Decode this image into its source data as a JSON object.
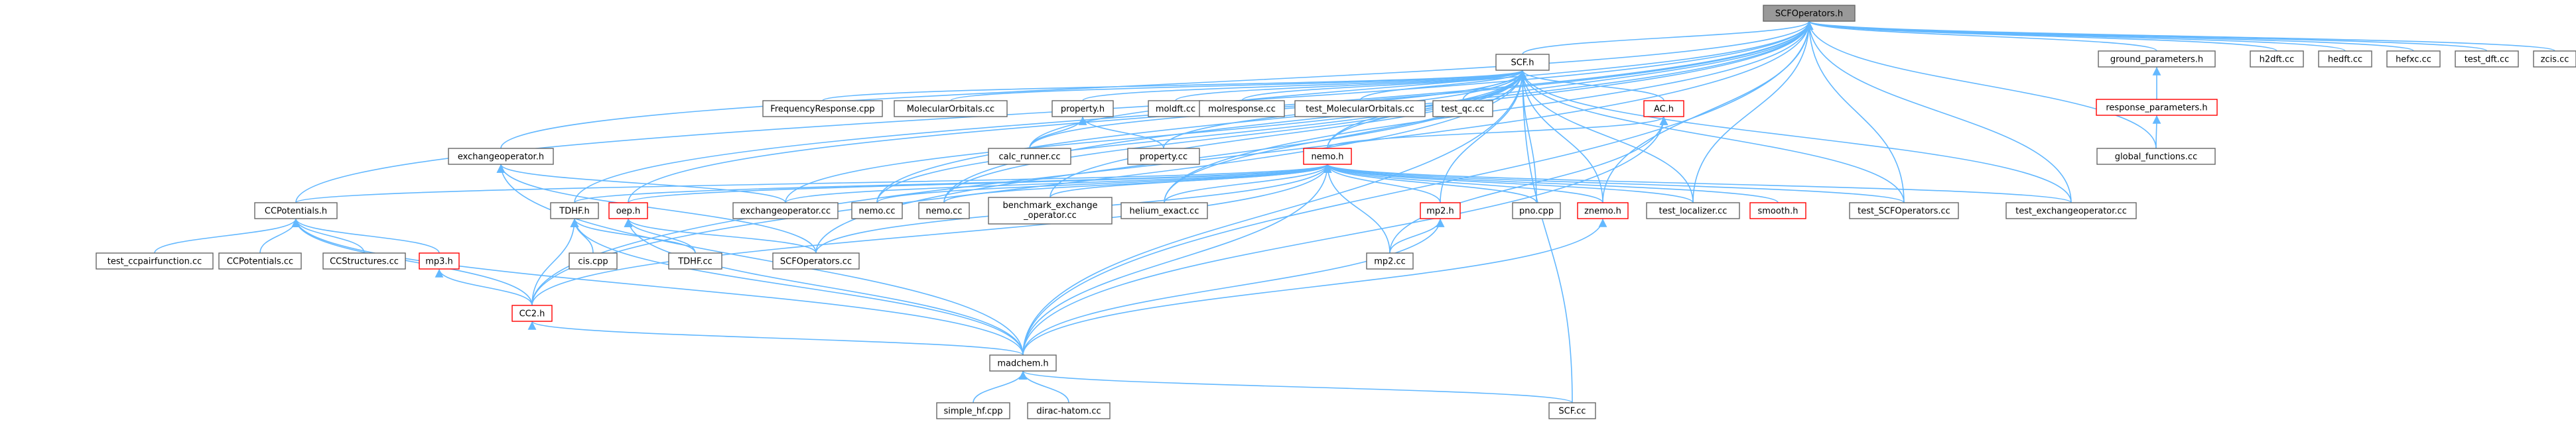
{
  "graph": {
    "colors": {
      "background": "#ffffff",
      "root_fill": "#999999",
      "node_fill": "#ffffff",
      "node_border": "#666666",
      "truncated_border": "#ff0000",
      "edge": "#63b8ff",
      "text": "#000000"
    },
    "nodes": {
      "scfoperators_h": {
        "label": "SCFOperators.h",
        "kind": "root"
      },
      "scf_h": {
        "label": "SCF.h",
        "kind": "normal"
      },
      "ground_parameters_h": {
        "label": "ground_parameters.h",
        "kind": "normal"
      },
      "h2dft_cc": {
        "label": "h2dft.cc",
        "kind": "normal"
      },
      "hedft_cc": {
        "label": "hedft.cc",
        "kind": "normal"
      },
      "hefxc_cc": {
        "label": "hefxc.cc",
        "kind": "normal"
      },
      "test_dft_cc": {
        "label": "test_dft.cc",
        "kind": "normal"
      },
      "zcis_cc": {
        "label": "zcis.cc",
        "kind": "normal"
      },
      "response_parameters_h": {
        "label": "response_parameters.h",
        "kind": "truncated"
      },
      "global_functions_cc": {
        "label": "global_functions.cc",
        "kind": "normal"
      },
      "frequencyresponse_cpp": {
        "label": "FrequencyResponse.cpp",
        "kind": "normal"
      },
      "molecularorbitals_cc": {
        "label": "MolecularOrbitals.cc",
        "kind": "normal"
      },
      "property_h": {
        "label": "property.h",
        "kind": "normal"
      },
      "moldft_cc": {
        "label": "moldft.cc",
        "kind": "normal"
      },
      "molresponse_cc": {
        "label": "molresponse.cc",
        "kind": "normal"
      },
      "test_molecularorbitals_cc": {
        "label": "test_MolecularOrbitals.cc",
        "kind": "normal"
      },
      "test_qc_cc": {
        "label": "test_qc.cc",
        "kind": "normal"
      },
      "ac_h": {
        "label": "AC.h",
        "kind": "truncated"
      },
      "calc_runner_cc": {
        "label": "calc_runner.cc",
        "kind": "normal"
      },
      "property_cc": {
        "label": "property.cc",
        "kind": "normal"
      },
      "exchangeoperator_h": {
        "label": "exchangeoperator.h",
        "kind": "normal"
      },
      "nemo_h": {
        "label": "nemo.h",
        "kind": "truncated"
      },
      "ccpotentials_h": {
        "label": "CCPotentials.h",
        "kind": "normal"
      },
      "tdhf_h": {
        "label": "TDHF.h",
        "kind": "normal"
      },
      "oep_h": {
        "label": "oep.h",
        "kind": "truncated"
      },
      "exchangeoperator_cc": {
        "label": "exchangeoperator.cc",
        "kind": "normal"
      },
      "nemo_cc_1": {
        "label": "nemo.cc",
        "kind": "normal"
      },
      "nemo_cc_2": {
        "label": "nemo.cc",
        "kind": "normal"
      },
      "benchmark_exchange": {
        "label": "benchmark_exchange\n_operator.cc",
        "kind": "normal"
      },
      "helium_exact_cc": {
        "label": "helium_exact.cc",
        "kind": "normal"
      },
      "mp2_h": {
        "label": "mp2.h",
        "kind": "truncated"
      },
      "pno_cpp": {
        "label": "pno.cpp",
        "kind": "normal"
      },
      "znemo_h": {
        "label": "znemo.h",
        "kind": "truncated"
      },
      "test_localizer_cc": {
        "label": "test_localizer.cc",
        "kind": "normal"
      },
      "smooth_h": {
        "label": "smooth.h",
        "kind": "truncated"
      },
      "test_scfoperators_cc": {
        "label": "test_SCFOperators.cc",
        "kind": "normal"
      },
      "test_exchangeoperator_cc": {
        "label": "test_exchangeoperator.cc",
        "kind": "normal"
      },
      "test_ccpairfunction_cc": {
        "label": "test_ccpairfunction.cc",
        "kind": "normal"
      },
      "ccpotentials_cc": {
        "label": "CCPotentials.cc",
        "kind": "normal"
      },
      "ccstructures_cc": {
        "label": "CCStructures.cc",
        "kind": "normal"
      },
      "mp3_h": {
        "label": "mp3.h",
        "kind": "truncated"
      },
      "cis_cpp": {
        "label": "cis.cpp",
        "kind": "normal"
      },
      "tdhf_cc": {
        "label": "TDHF.cc",
        "kind": "normal"
      },
      "scfoperators_cc": {
        "label": "SCFOperators.cc",
        "kind": "normal"
      },
      "mp2_cc": {
        "label": "mp2.cc",
        "kind": "normal"
      },
      "cc2_h": {
        "label": "CC2.h",
        "kind": "truncated"
      },
      "madchem_h": {
        "label": "madchem.h",
        "kind": "normal"
      },
      "simple_hf_cpp": {
        "label": "simple_hf.cpp",
        "kind": "normal"
      },
      "dirac_hatom_cc": {
        "label": "dirac-hatom.cc",
        "kind": "normal"
      },
      "scf_cc": {
        "label": "SCF.cc",
        "kind": "normal"
      }
    },
    "edges": [
      [
        "scfoperators_h",
        "scf_h"
      ],
      [
        "scfoperators_h",
        "ground_parameters_h"
      ],
      [
        "scfoperators_h",
        "h2dft_cc"
      ],
      [
        "scfoperators_h",
        "hedft_cc"
      ],
      [
        "scfoperators_h",
        "hefxc_cc"
      ],
      [
        "scfoperators_h",
        "test_dft_cc"
      ],
      [
        "scfoperators_h",
        "zcis_cc"
      ],
      [
        "scfoperators_h",
        "global_functions_cc"
      ],
      [
        "scfoperators_h",
        "exchangeoperator_h"
      ],
      [
        "scfoperators_h",
        "nemo_h"
      ],
      [
        "scfoperators_h",
        "ccpotentials_h"
      ],
      [
        "scfoperators_h",
        "tdhf_h"
      ],
      [
        "scfoperators_h",
        "oep_h"
      ],
      [
        "scfoperators_h",
        "calc_runner_cc"
      ],
      [
        "scfoperators_h",
        "nemo_cc_1"
      ],
      [
        "scfoperators_h",
        "nemo_cc_2"
      ],
      [
        "scfoperators_h",
        "helium_exact_cc"
      ],
      [
        "scfoperators_h",
        "test_localizer_cc"
      ],
      [
        "scfoperators_h",
        "test_scfoperators_cc"
      ],
      [
        "scfoperators_h",
        "test_exchangeoperator_cc"
      ],
      [
        "scfoperators_h",
        "madchem_h"
      ],
      [
        "scfoperators_h",
        "znemo_h"
      ],
      [
        "scfoperators_h",
        "cc2_h"
      ],
      [
        "scf_h",
        "frequencyresponse_cpp"
      ],
      [
        "scf_h",
        "molecularorbitals_cc"
      ],
      [
        "scf_h",
        "property_h"
      ],
      [
        "scf_h",
        "moldft_cc"
      ],
      [
        "scf_h",
        "molresponse_cc"
      ],
      [
        "scf_h",
        "test_molecularorbitals_cc"
      ],
      [
        "scf_h",
        "test_qc_cc"
      ],
      [
        "scf_h",
        "ac_h"
      ],
      [
        "scf_h",
        "calc_runner_cc"
      ],
      [
        "scf_h",
        "property_cc"
      ],
      [
        "scf_h",
        "nemo_h"
      ],
      [
        "scf_h",
        "exchangeoperator_cc"
      ],
      [
        "scf_h",
        "nemo_cc_1"
      ],
      [
        "scf_h",
        "nemo_cc_2"
      ],
      [
        "scf_h",
        "benchmark_exchange"
      ],
      [
        "scf_h",
        "helium_exact_cc"
      ],
      [
        "scf_h",
        "mp2_h"
      ],
      [
        "scf_h",
        "pno_cpp"
      ],
      [
        "scf_h",
        "znemo_h"
      ],
      [
        "scf_h",
        "test_localizer_cc"
      ],
      [
        "scf_h",
        "test_scfoperators_cc"
      ],
      [
        "scf_h",
        "test_exchangeoperator_cc"
      ],
      [
        "scf_h",
        "scfoperators_cc"
      ],
      [
        "scf_h",
        "cc2_h"
      ],
      [
        "scf_h",
        "madchem_h"
      ],
      [
        "scf_h",
        "scf_cc"
      ],
      [
        "ground_parameters_h",
        "response_parameters_h"
      ],
      [
        "response_parameters_h",
        "global_functions_cc"
      ],
      [
        "property_h",
        "calc_runner_cc"
      ],
      [
        "property_h",
        "property_cc"
      ],
      [
        "ac_h",
        "nemo_h"
      ],
      [
        "ac_h",
        "mp2_cc"
      ],
      [
        "ac_h",
        "madchem_h"
      ],
      [
        "exchangeoperator_h",
        "exchangeoperator_cc"
      ],
      [
        "exchangeoperator_h",
        "scfoperators_cc"
      ],
      [
        "exchangeoperator_h",
        "madchem_h"
      ],
      [
        "nemo_h",
        "ccpotentials_h"
      ],
      [
        "nemo_h",
        "tdhf_h"
      ],
      [
        "nemo_h",
        "oep_h"
      ],
      [
        "nemo_h",
        "exchangeoperator_cc"
      ],
      [
        "nemo_h",
        "nemo_cc_1"
      ],
      [
        "nemo_h",
        "nemo_cc_2"
      ],
      [
        "nemo_h",
        "benchmark_exchange"
      ],
      [
        "nemo_h",
        "helium_exact_cc"
      ],
      [
        "nemo_h",
        "mp2_h"
      ],
      [
        "nemo_h",
        "pno_cpp"
      ],
      [
        "nemo_h",
        "znemo_h"
      ],
      [
        "nemo_h",
        "test_localizer_cc"
      ],
      [
        "nemo_h",
        "smooth_h"
      ],
      [
        "nemo_h",
        "test_scfoperators_cc"
      ],
      [
        "nemo_h",
        "test_exchangeoperator_cc"
      ],
      [
        "nemo_h",
        "scfoperators_cc"
      ],
      [
        "nemo_h",
        "mp2_cc"
      ],
      [
        "nemo_h",
        "cc2_h"
      ],
      [
        "nemo_h",
        "madchem_h"
      ],
      [
        "ccpotentials_h",
        "test_ccpairfunction_cc"
      ],
      [
        "ccpotentials_h",
        "ccpotentials_cc"
      ],
      [
        "ccpotentials_h",
        "ccstructures_cc"
      ],
      [
        "ccpotentials_h",
        "mp3_h"
      ],
      [
        "ccpotentials_h",
        "cc2_h"
      ],
      [
        "ccpotentials_h",
        "madchem_h"
      ],
      [
        "tdhf_h",
        "cis_cpp"
      ],
      [
        "tdhf_h",
        "tdhf_cc"
      ],
      [
        "tdhf_h",
        "cc2_h"
      ],
      [
        "tdhf_h",
        "madchem_h"
      ],
      [
        "oep_h",
        "tdhf_cc"
      ],
      [
        "oep_h",
        "scfoperators_cc"
      ],
      [
        "oep_h",
        "madchem_h"
      ],
      [
        "mp2_h",
        "mp2_cc"
      ],
      [
        "mp2_h",
        "madchem_h"
      ],
      [
        "znemo_h",
        "madchem_h"
      ],
      [
        "mp3_h",
        "cc2_h"
      ],
      [
        "cc2_h",
        "madchem_h"
      ],
      [
        "madchem_h",
        "simple_hf_cpp"
      ],
      [
        "madchem_h",
        "dirac_hatom_cc"
      ],
      [
        "madchem_h",
        "scf_cc"
      ]
    ]
  }
}
